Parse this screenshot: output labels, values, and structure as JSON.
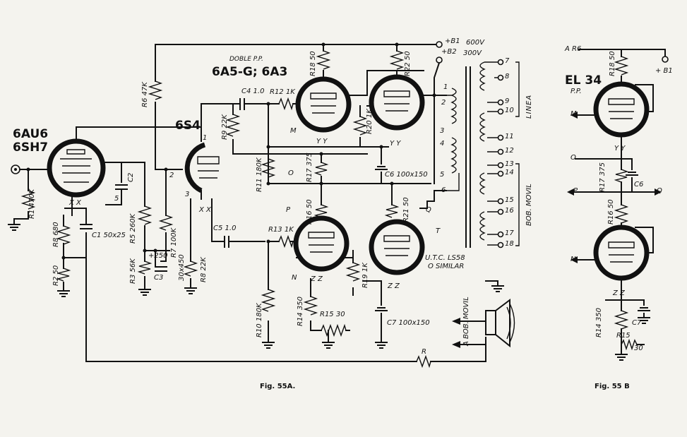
{
  "fig_a": {
    "caption": "Fig. 55A.",
    "tubes": {
      "t1_line1": "6AU6",
      "t1_line2": "6SH7",
      "t2": "6S4",
      "pp_title": "DOBLE P.P.",
      "pp_tubes": "6A5-G; 6A3"
    },
    "components": {
      "r1": "R1 470K",
      "r2": "R2 50",
      "r8a": "R8 680",
      "r5": "R5 260K",
      "r6": "R6 47K",
      "r7": "R7 100K",
      "r3": "R3 56K",
      "r8b": "R8 22K",
      "r9": "R9 22K",
      "r11": "R11 180K",
      "r10": "R10 180K",
      "r12": "R12 1K",
      "r13": "R13 1K",
      "r17": "R17 375",
      "r18": "R18 50",
      "r22": "R22 50",
      "r20": "R20 1K",
      "r16": "R16 50",
      "r21": "R21 50",
      "r19": "R19 1K",
      "r14": "R14 350",
      "r15": "R15 30",
      "r": "R",
      "c1": "C1 50x25",
      "c2": "C2",
      "c3": "C3",
      "c3val": "30x450",
      "c4": "C4 1.0",
      "c5": "C5 1.0",
      "c6": "C6 100x150",
      "c7": "C7 100x150",
      "b250": "+250"
    },
    "supply": {
      "b1": "+B1",
      "b1v": "600V",
      "b2": "+B2",
      "b2v": "300V"
    },
    "transformer": {
      "name": "U.T.C. LS58",
      "alt": "O SIMILAR",
      "linea": "LINEA",
      "bob": "BOB. MOVIL",
      "speaker": "A BOB. MOVIL"
    },
    "terminals": [
      "7",
      "8",
      "9",
      "10",
      "11",
      "12",
      "13",
      "14",
      "15",
      "16",
      "17",
      "18"
    ],
    "primary": [
      "1",
      "2",
      "3",
      "4",
      "5",
      "6"
    ],
    "points": {
      "M": "M",
      "O": "O",
      "P": "P",
      "Q": "Q",
      "N": "N",
      "T": "T"
    },
    "pins": {
      "xx": "X X",
      "yy": "Y Y",
      "zz": "Z Z",
      "p1": "1",
      "p2": "2",
      "p3": "3",
      "p5": "5"
    }
  },
  "fig_b": {
    "caption": "Fig. 55 B",
    "tube": "EL 34",
    "pp": "P.P.",
    "components": {
      "r18": "R18 50",
      "r17": "R17 375",
      "r16": "R16 50",
      "r14": "R14 350",
      "r15": "R15",
      "r15v": "30",
      "c6": "C6",
      "c7": "C7"
    },
    "labels": {
      "ar6": "A R6",
      "b1": "+ B1",
      "M": "M",
      "O": "O",
      "P": "P",
      "Q": "Q",
      "N": "N",
      "yy": "Y Y",
      "zz": "Z Z"
    }
  }
}
